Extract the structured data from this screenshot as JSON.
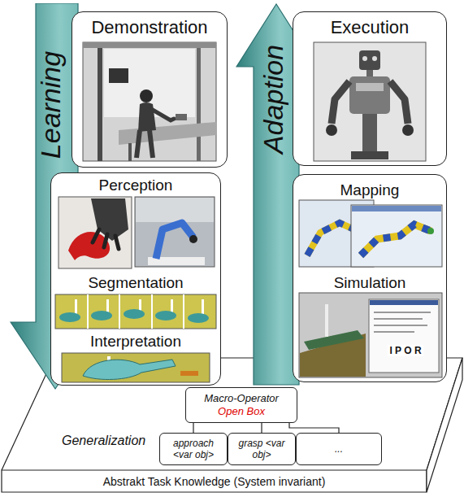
{
  "diagram": {
    "nodes": [
      {
        "text": [
          "Learning"
        ]
      },
      {
        "text": [
          "Demonstration"
        ]
      },
      {
        "text": [
          "Perception",
          "Segmentation",
          "Interpretation"
        ]
      },
      {
        "text": [
          "Adaption"
        ]
      },
      {
        "text": [
          "Execution"
        ]
      },
      {
        "text": [
          "Mapping",
          "Simulation"
        ]
      },
      {
        "text": [
          "Abstrakt Task Knowledge (System invariant)"
        ]
      },
      {
        "text": [
          "Macro-Operator",
          "Open Box"
        ],
        "in": 6
      },
      {
        "text": [
          "approach <var obj>"
        ],
        "in": 6
      },
      {
        "text": [
          "grasp <var obj>"
        ],
        "in": 6
      },
      {
        "text": [
          "..."
        ],
        "in": 6
      }
    ],
    "edges": [
      {
        "from": 7,
        "to": 8,
        "arrow": "none"
      },
      {
        "from": 7,
        "to": 9,
        "arrow": "none"
      },
      {
        "from": 7,
        "to": 10,
        "arrow": "none"
      }
    ],
    "labels": [
      "Generalization",
      "I P O R"
    ]
  }
}
